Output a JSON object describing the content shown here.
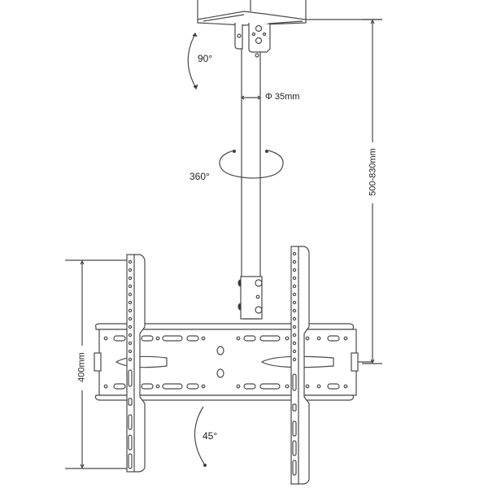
{
  "diagram": {
    "type": "technical-drawing",
    "subject": "ceiling TV mount",
    "labels": {
      "ceiling_tilt_angle": "90°",
      "pole_diameter": "Φ 35mm",
      "swivel_angle": "360°",
      "pole_length_range": "500-830mm",
      "vesa_height": "400mm",
      "screen_tilt_angle": "45°"
    },
    "colors": {
      "line": "#444444",
      "background": "#ffffff"
    }
  }
}
